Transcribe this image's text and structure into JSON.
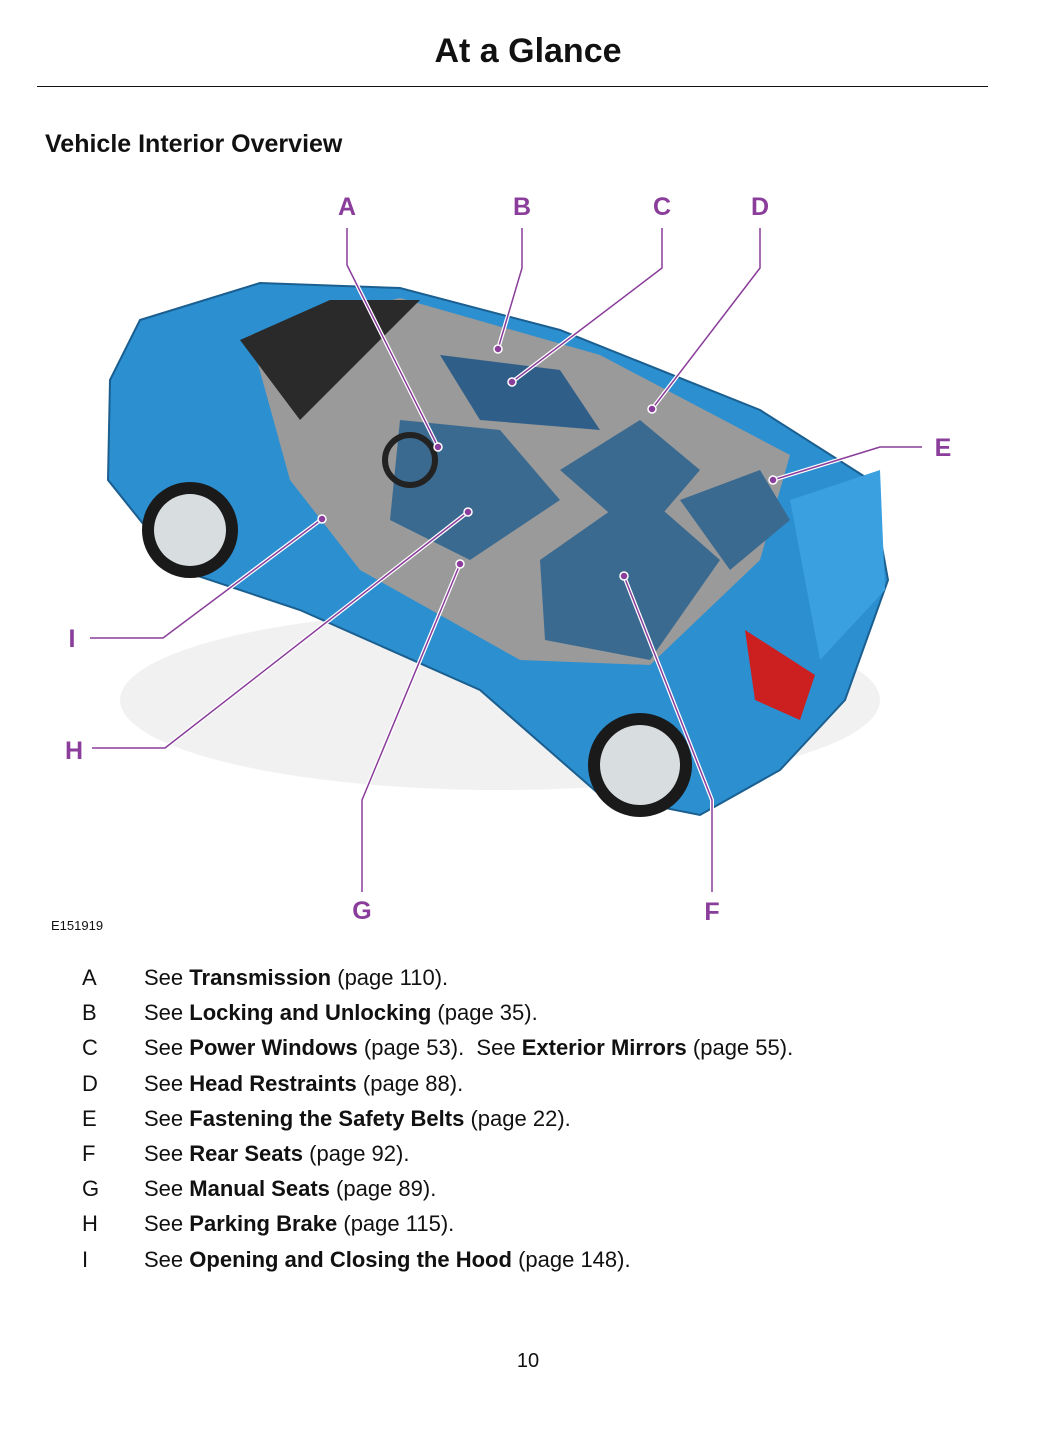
{
  "header": {
    "title": "At a Glance"
  },
  "section": {
    "title": "Vehicle Interior Overview"
  },
  "figure": {
    "code": "E151919",
    "callouts": [
      "A",
      "B",
      "C",
      "D",
      "E",
      "F",
      "G",
      "H",
      "I"
    ],
    "callout_color": "#8a3d9a",
    "body_color": "#2b8fd0"
  },
  "legend": [
    {
      "key": "A",
      "see": "See",
      "topic": "Transmission",
      "page": "(page 110)."
    },
    {
      "key": "B",
      "see": "See",
      "topic": "Locking and Unlocking",
      "page": "(page 35)."
    },
    {
      "key": "C",
      "see": "See",
      "topic": "Power Windows",
      "page": "(page 53).",
      "see2": "See",
      "topic2": "Exterior Mirrors",
      "page2": "(page 55)."
    },
    {
      "key": "D",
      "see": "See",
      "topic": "Head Restraints",
      "page": "(page 88)."
    },
    {
      "key": "E",
      "see": "See",
      "topic": "Fastening the Safety Belts",
      "page": "(page 22)."
    },
    {
      "key": "F",
      "see": "See",
      "topic": "Rear Seats",
      "page": "(page 92)."
    },
    {
      "key": "G",
      "see": "See",
      "topic": "Manual Seats",
      "page": "(page 89)."
    },
    {
      "key": "H",
      "see": "See",
      "topic": "Parking Brake",
      "page": "(page 115)."
    },
    {
      "key": "I",
      "see": "See",
      "topic": "Opening and Closing the Hood",
      "page": "(page 148)."
    }
  ],
  "page_number": "10"
}
